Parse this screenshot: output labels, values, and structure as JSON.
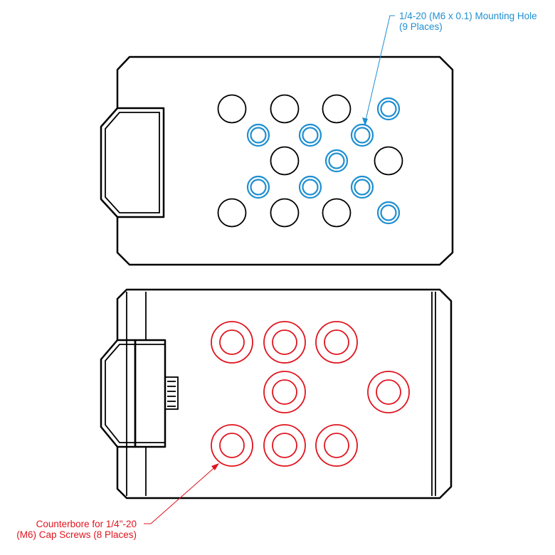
{
  "colors": {
    "outline": "#000000",
    "mounting_hole": "#1e8fd0",
    "counterbore": "#e0141e"
  },
  "callouts": {
    "mounting": {
      "line1": "1/4-20 (M6 x 0.1) Mounting Hole",
      "line2": "(9 Places)"
    },
    "counterbore": {
      "line1": "Counterbore for 1/4\"-20",
      "line2": "(M6) Cap Screws (8 Places)"
    }
  },
  "top_view": {
    "plain_hole_count": 8,
    "mounting_hole_count": 9
  },
  "bottom_view": {
    "counterbore_count": 8
  }
}
